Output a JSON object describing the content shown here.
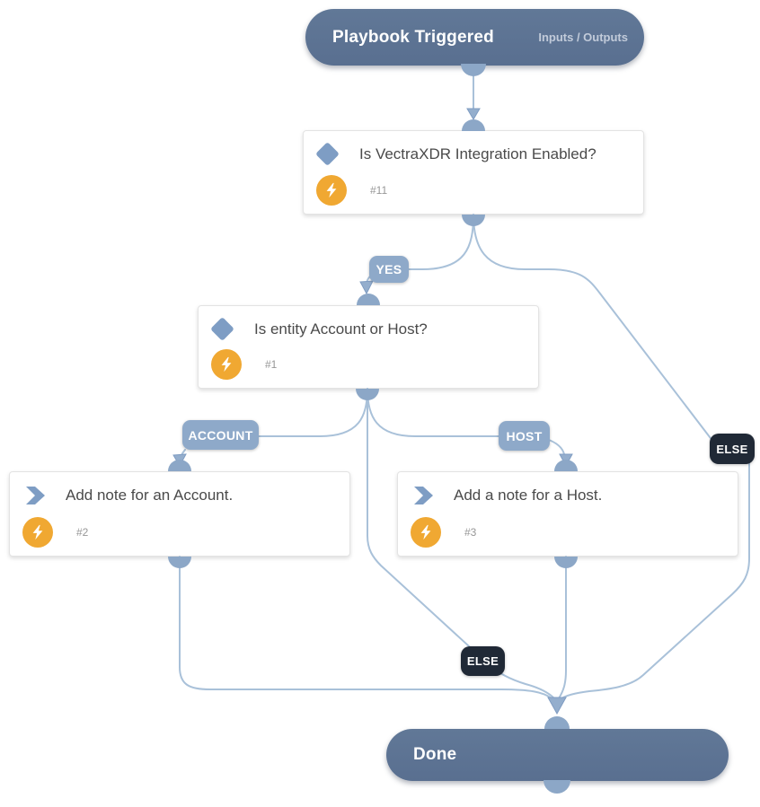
{
  "nodes": {
    "start": {
      "title": "Playbook Triggered",
      "link": "Inputs / Outputs"
    },
    "decision_11": {
      "title": "Is VectraXDR Integration Enabled?",
      "id": "#11"
    },
    "decision_1": {
      "title": "Is entity Account or Host?",
      "id": "#1"
    },
    "action_2": {
      "title": "Add note for an Account.",
      "id": "#2"
    },
    "action_3": {
      "title": "Add a note for a Host.",
      "id": "#3"
    },
    "end": {
      "title": "Done"
    }
  },
  "edge_labels": {
    "yes": "YES",
    "account": "ACCOUNT",
    "host": "HOST",
    "else_right": "ELSE",
    "else_middle": "ELSE"
  },
  "colors": {
    "endpoint_pill": "#5d7394",
    "connector_line": "#a9c1d9",
    "connector_node": "#8ca7c7",
    "branch_label_bg": "#8ea9c9",
    "else_label_bg": "#202936",
    "action_badge": "#f0a832",
    "step_icon": "#7e9dc4"
  }
}
